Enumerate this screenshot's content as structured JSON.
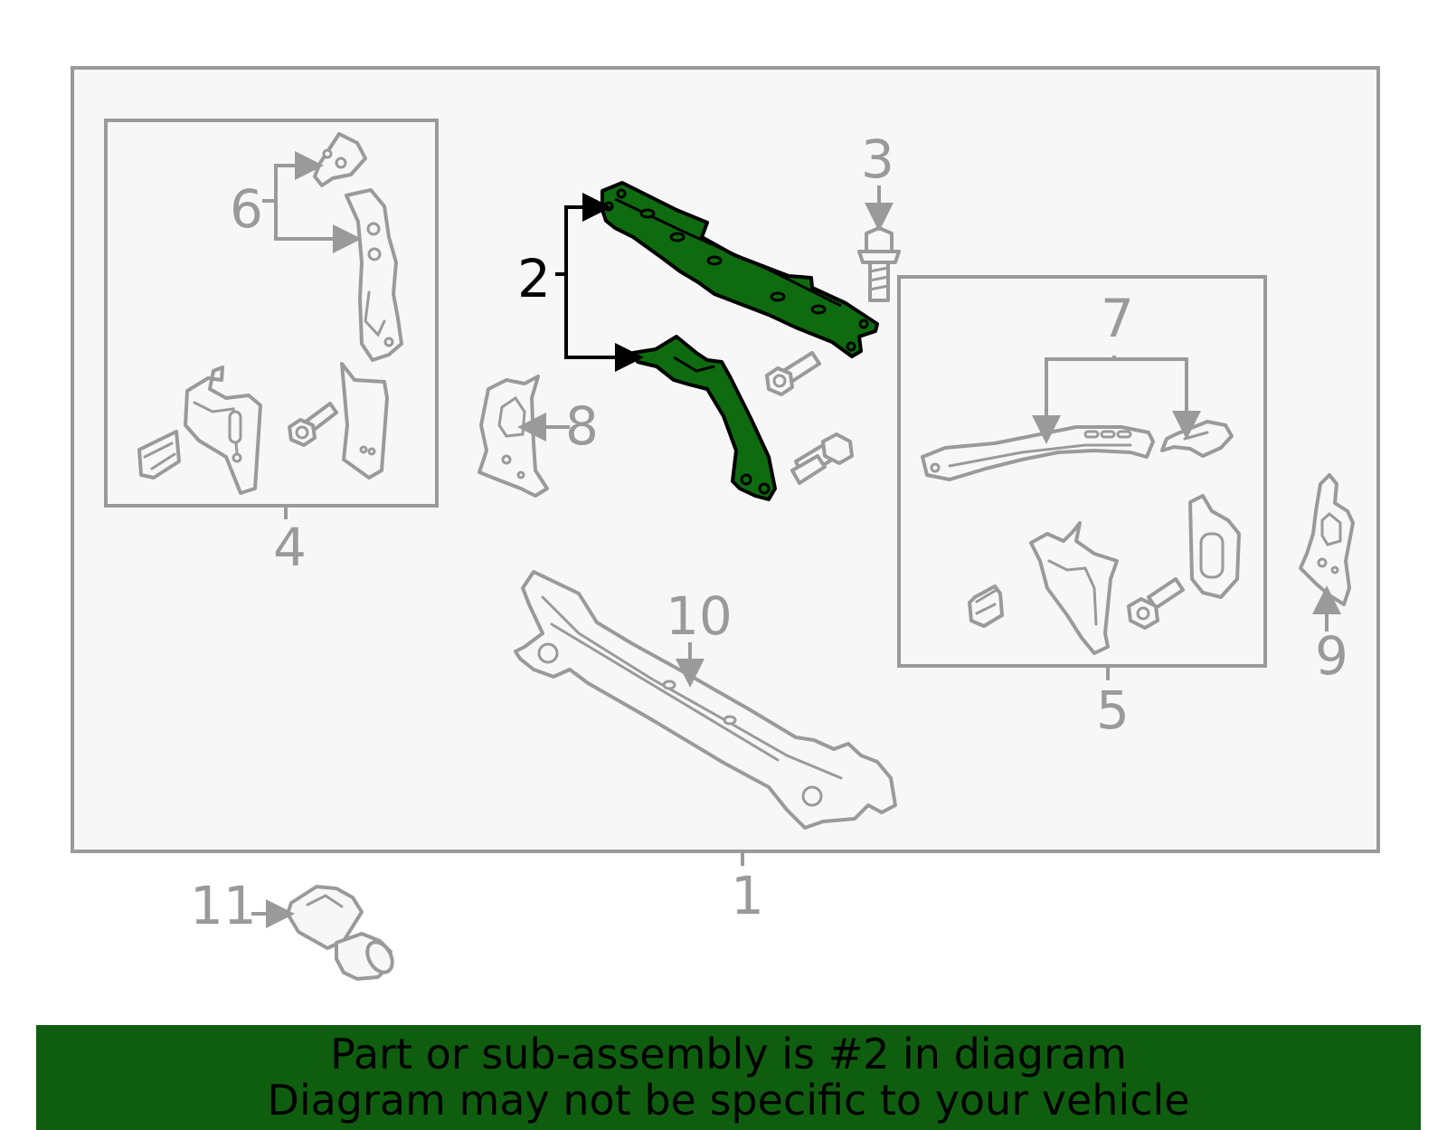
{
  "colors": {
    "highlight": "#0f6b0f",
    "outline": "#9a9a9a",
    "panel": "#f7f7f7",
    "banner": "#0f5e0f"
  },
  "callouts": {
    "c1": "1",
    "c2": "2",
    "c3": "3",
    "c4": "4",
    "c5": "5",
    "c6": "6",
    "c7": "7",
    "c8": "8",
    "c9": "9",
    "c10": "10",
    "c11": "11"
  },
  "highlighted_part": "2",
  "banner": {
    "line1": "Part or sub-assembly is #2 in diagram",
    "line2": "Diagram may not be specific to your vehicle"
  }
}
